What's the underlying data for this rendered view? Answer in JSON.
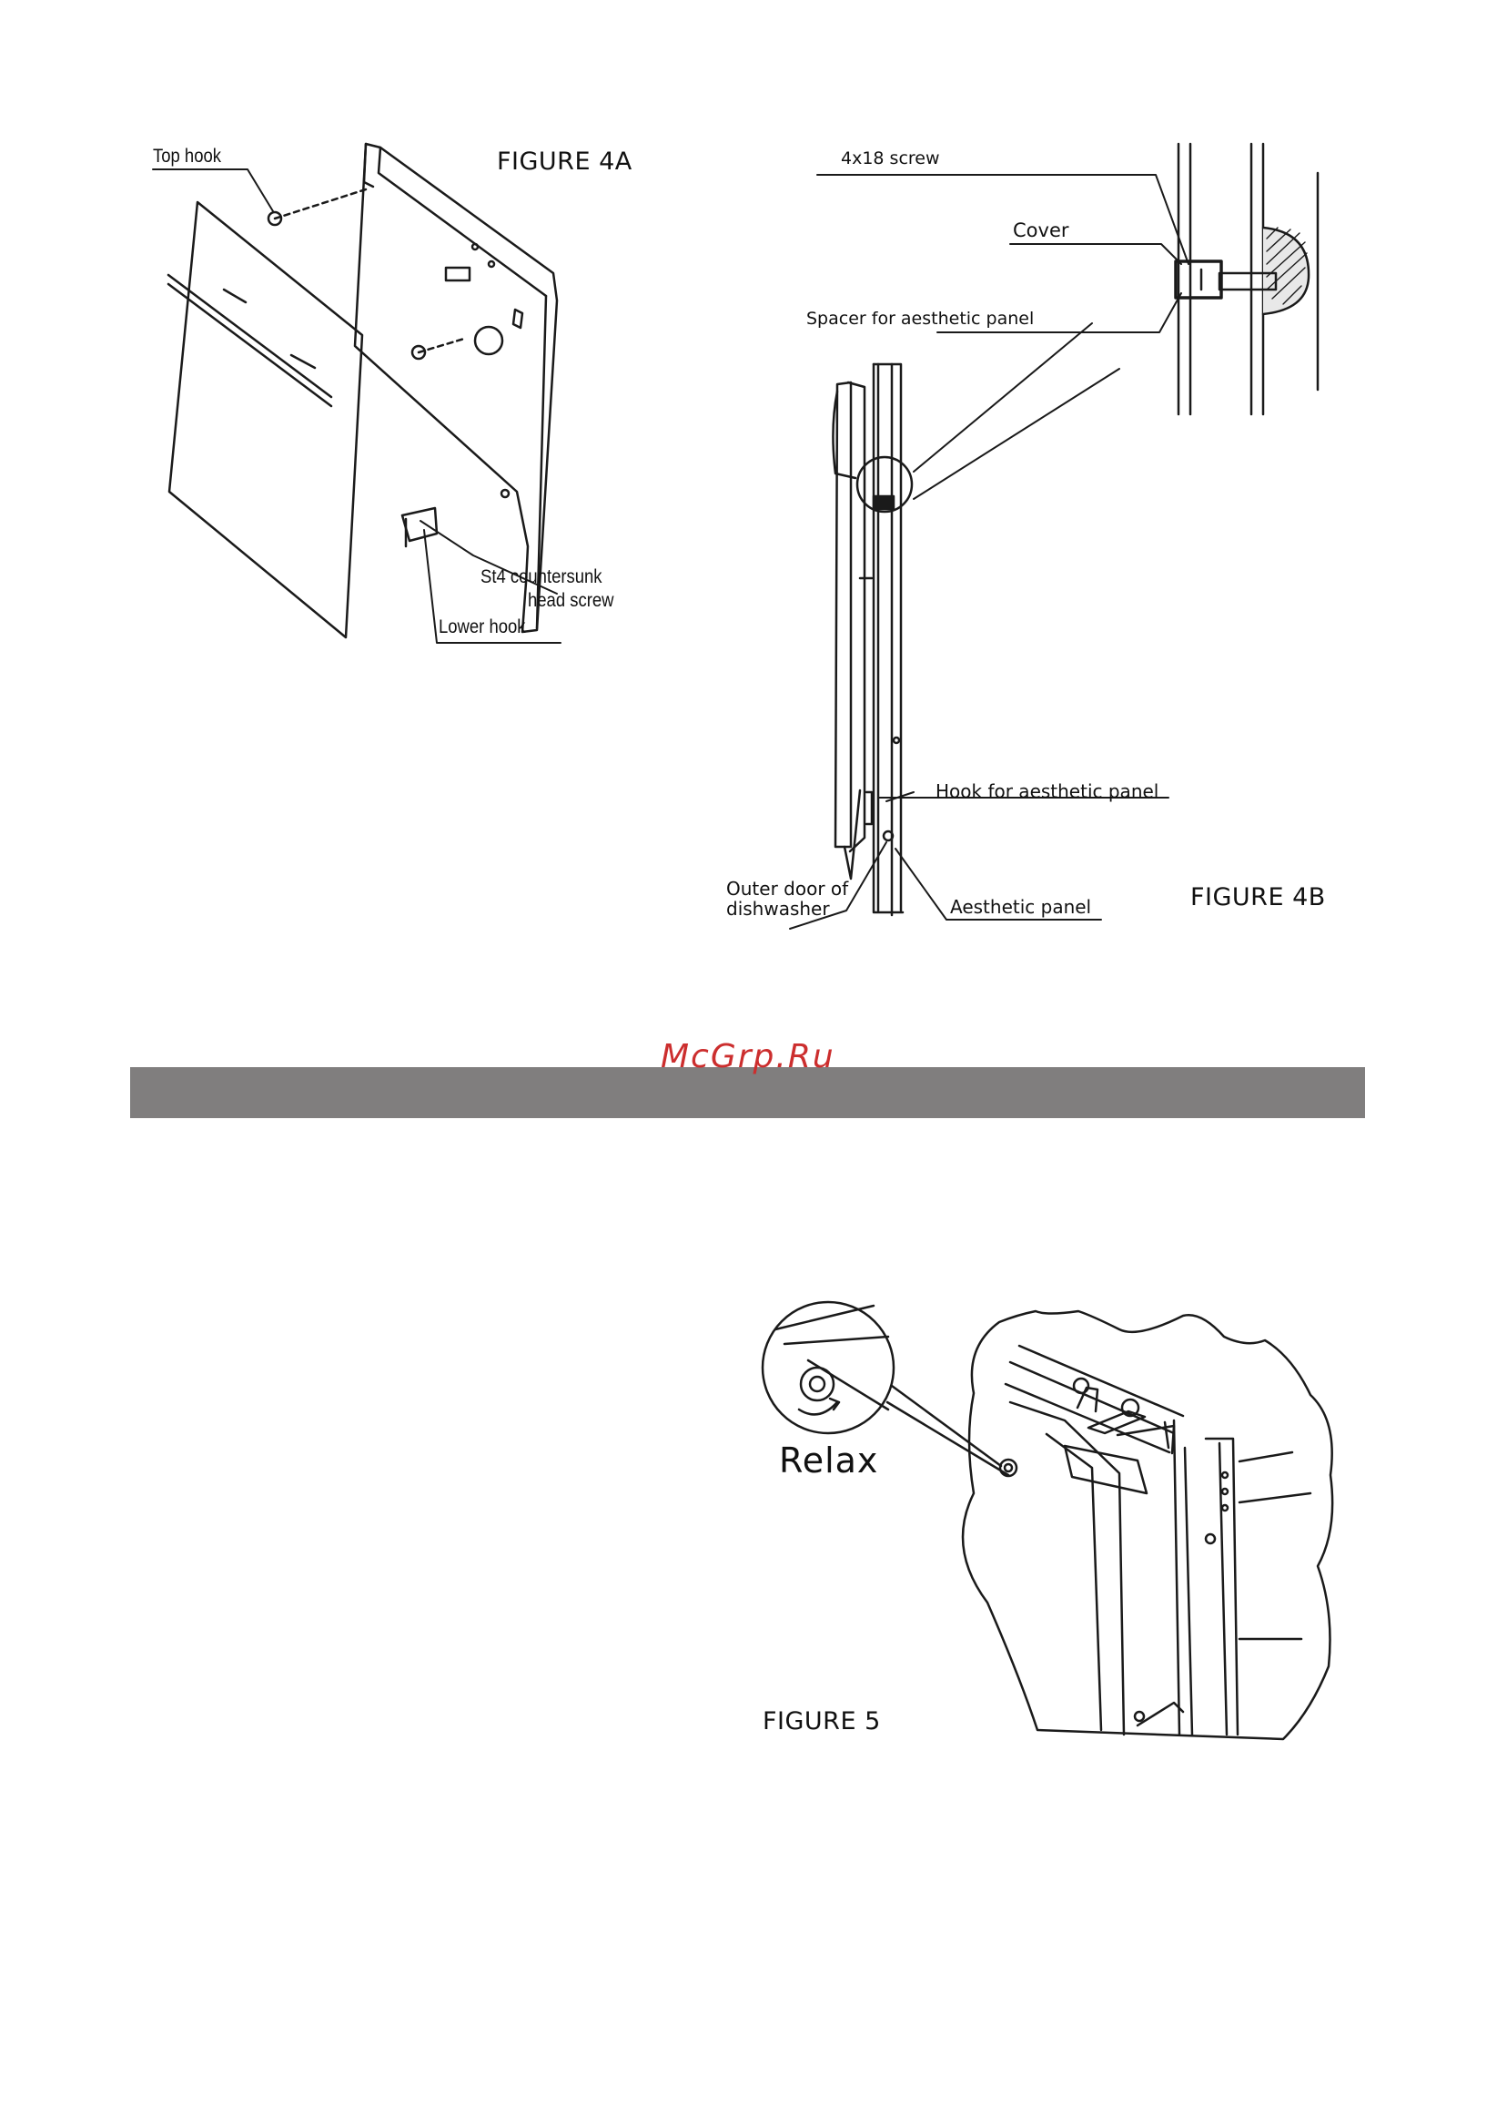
{
  "figure_4a": {
    "title": "FIGURE 4A",
    "labels": {
      "top_hook": "Top hook",
      "st4_line1": "St4  countersunk",
      "st4_line2": "head screw",
      "lower_hook": "Lower hook"
    }
  },
  "figure_4b": {
    "title": "FIGURE 4B",
    "labels": {
      "screw": "4x18 screw",
      "cover": "Cover",
      "spacer": "Spacer for aesthetic panel",
      "hook": "Hook for aesthetic panel",
      "outer_door_line1": "Outer door of",
      "outer_door_line2": "dishwasher",
      "aesthetic_panel": "Aesthetic panel"
    }
  },
  "figure_5": {
    "title": "FIGURE 5",
    "relax": "Relax"
  },
  "watermark": "McGrp.Ru"
}
